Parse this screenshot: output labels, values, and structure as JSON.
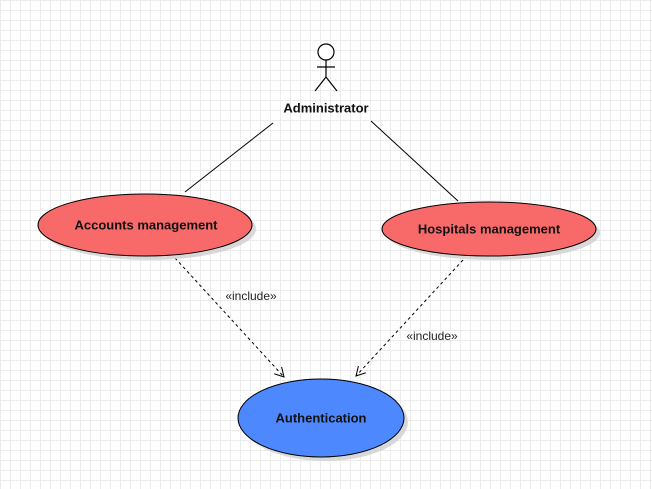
{
  "diagram": {
    "actor": {
      "name": "Administrator"
    },
    "use_cases": [
      {
        "id": "accounts",
        "label": "Accounts management",
        "fill": "#f86a6a"
      },
      {
        "id": "hospitals",
        "label": "Hospitals management",
        "fill": "#f86a6a"
      },
      {
        "id": "auth",
        "label": "Authentication",
        "fill": "#4d88ff"
      }
    ],
    "relations": [
      {
        "from": "actor",
        "to": "accounts",
        "kind": "association"
      },
      {
        "from": "actor",
        "to": "hospitals",
        "kind": "association"
      },
      {
        "from": "accounts",
        "to": "auth",
        "kind": "include",
        "label": "«include»"
      },
      {
        "from": "hospitals",
        "to": "auth",
        "kind": "include",
        "label": "«include»"
      }
    ]
  },
  "colors": {
    "stroke": "#000000",
    "shadow": "#d0d0d0"
  }
}
